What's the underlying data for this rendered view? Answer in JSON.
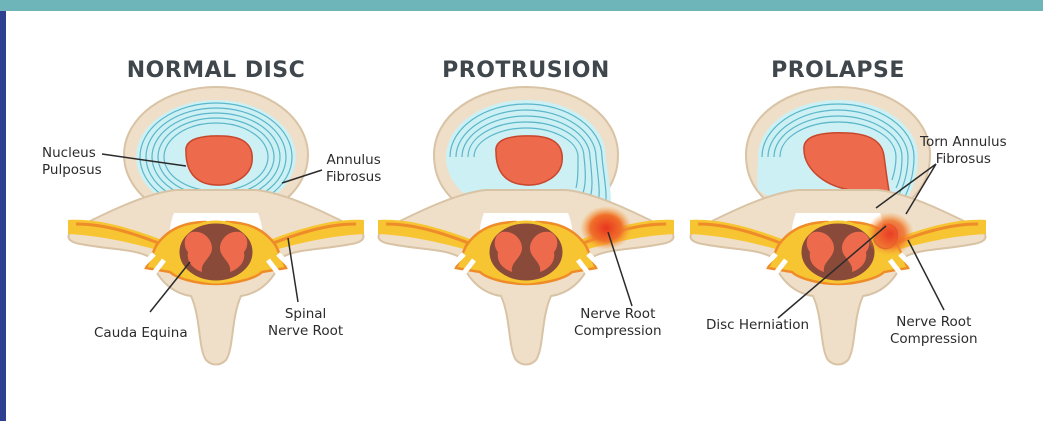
{
  "panels": [
    {
      "title": "NORMAL DISC"
    },
    {
      "title": "PROTRUSION"
    },
    {
      "title": "PROLAPSE"
    }
  ],
  "labels": {
    "nucleus": [
      "Nucleus",
      "Pulposus"
    ],
    "annulus": [
      "Annulus",
      "Fibrosus"
    ],
    "cauda": "Cauda Equina",
    "spinal": [
      "Spinal",
      "Nerve Root"
    ],
    "compression1": [
      "Nerve Root",
      "Compression"
    ],
    "torn": [
      "Torn Annulus",
      "Fibrosus"
    ],
    "herniation": "Disc Herniation",
    "compression2": [
      "Nerve Root",
      "Compression"
    ]
  },
  "colors": {
    "header_bar": "#6db5b8",
    "side_bar": "#2f3f8f",
    "bone": "#efdfc9",
    "bone_outline": "#d9c3a5",
    "annulus": "#ccf0f4",
    "annulus_lines": "#5bb6c9",
    "nucleus": "#ee6a4c",
    "nerve_yellow": "#f7c531",
    "nerve_orange": "#ef8c2a",
    "spinal_cord": "#8a4a3a",
    "title_text": "#3f474c"
  }
}
